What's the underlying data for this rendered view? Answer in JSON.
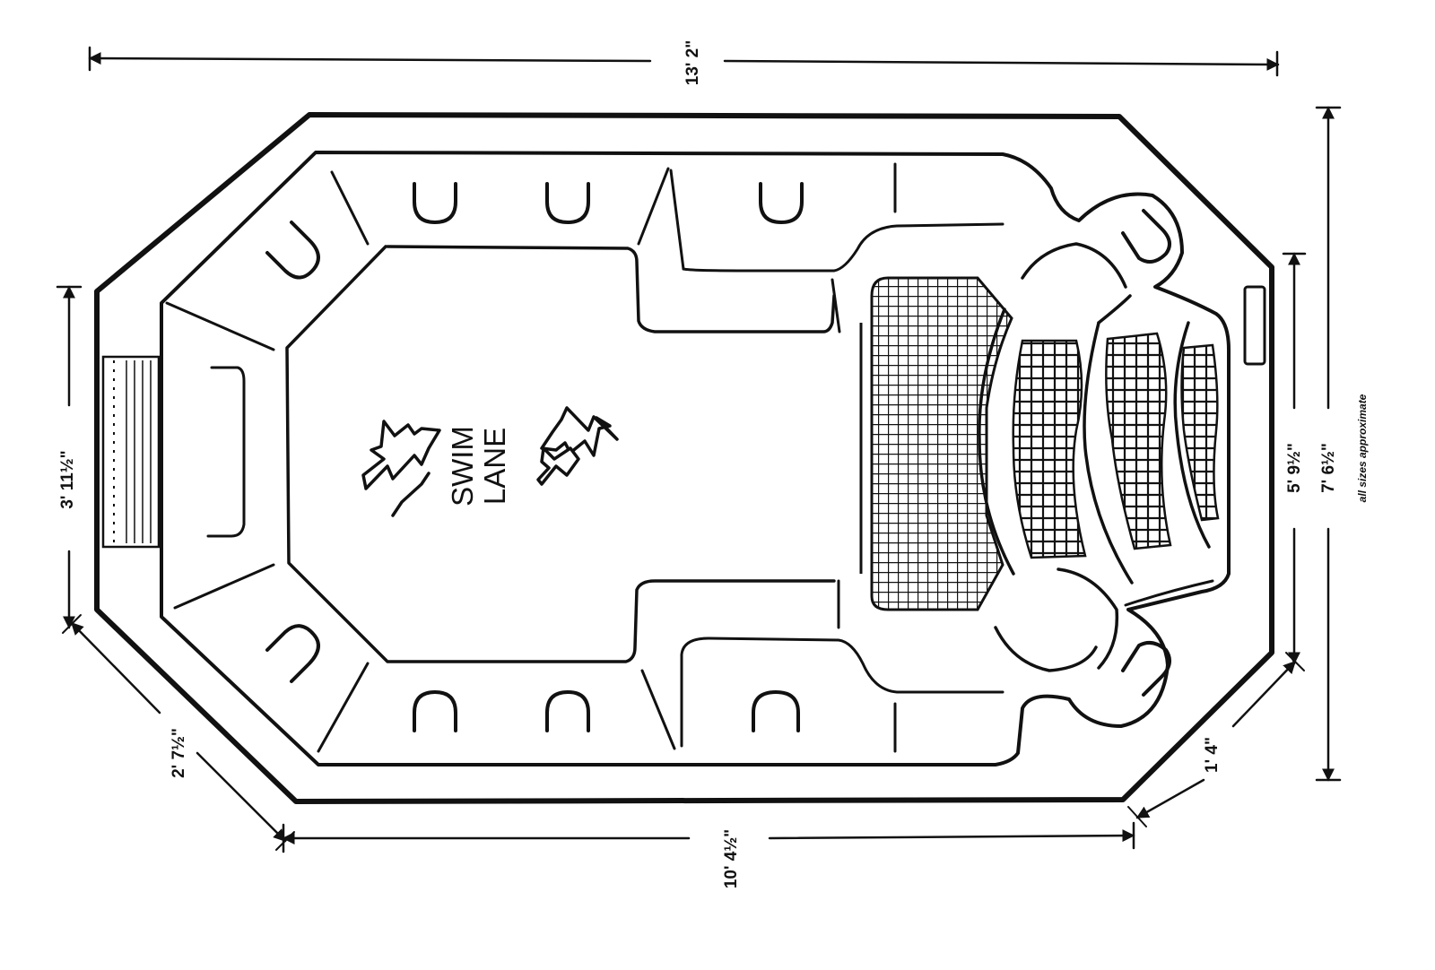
{
  "dimensions": {
    "overall_length": "13' 2\"",
    "side_length": "10' 4½\"",
    "end_width": "3' 11½\"",
    "corner_left": "2' 7½\"",
    "corner_right": "1' 4\"",
    "inner_width": "5' 9½\"",
    "overall_width": "7' 6½\""
  },
  "lane_label": {
    "line1": "SWIM",
    "line2": "LANE"
  },
  "note": "all sizes approximate",
  "colors": {
    "ink": "#111111",
    "paper": "#ffffff"
  }
}
